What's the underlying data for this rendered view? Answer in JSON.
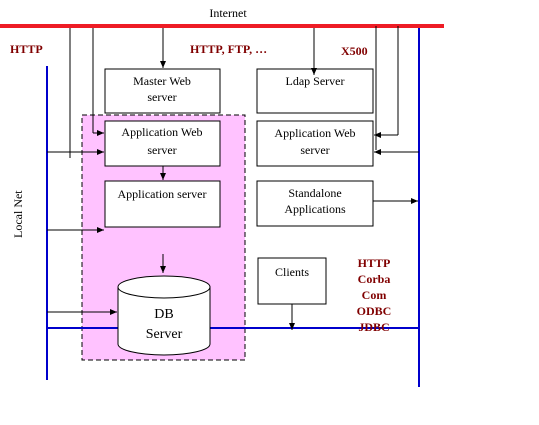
{
  "colors": {
    "internet_line": "#ee1c25",
    "local_net_line": "#0000cc",
    "protocol_text": "#800000",
    "app_zone_fill": "#ffc2ff",
    "box_stroke": "#000000"
  },
  "labels": {
    "internet": "Internet",
    "local_net": "Local Net",
    "http_left": "HTTP",
    "http_ftp": "HTTP, FTP, …",
    "x500": "X500"
  },
  "boxes": {
    "master_web_server": [
      "Master Web",
      "server"
    ],
    "ldap_server": [
      "Ldap Server"
    ],
    "app_web_server_left": [
      "Application Web",
      "server"
    ],
    "app_web_server_right": [
      "Application Web",
      "server"
    ],
    "application_server": [
      "Application server"
    ],
    "standalone_applications": [
      "Standalone",
      "Applications"
    ],
    "clients": [
      "Clients"
    ],
    "db_server": [
      "DB",
      "Server"
    ]
  },
  "protocols": [
    "HTTP",
    "Corba",
    "Com",
    "ODBC",
    "JDBC"
  ]
}
